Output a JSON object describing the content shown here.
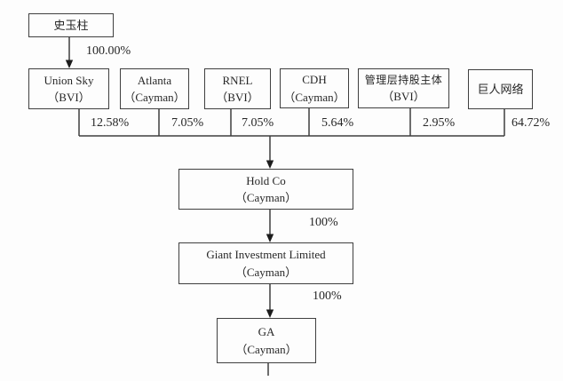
{
  "diagram": {
    "type": "equity-ownership-structure",
    "colors": {
      "line": "#3f3f3f",
      "box_border": "#3f3f3f",
      "text": "#262626",
      "background": "#fdfdfd"
    },
    "nodes": [
      {
        "id": "shi-yuzhu",
        "lines": [
          "史玉柱"
        ]
      },
      {
        "id": "union-sky",
        "lines": [
          "Union Sky",
          "（BVI）"
        ]
      },
      {
        "id": "atlanta",
        "lines": [
          "Atlanta",
          "（Cayman）"
        ]
      },
      {
        "id": "rnel",
        "lines": [
          "RNEL",
          "（BVI）"
        ]
      },
      {
        "id": "cdh",
        "lines": [
          "CDH",
          "（Cayman）"
        ]
      },
      {
        "id": "management",
        "lines": [
          "管理层持股主体",
          "（BVI）"
        ]
      },
      {
        "id": "giant-network",
        "lines": [
          "巨人网络"
        ]
      },
      {
        "id": "hold-co",
        "lines": [
          "Hold Co",
          "（Cayman）"
        ]
      },
      {
        "id": "giant-investment",
        "lines": [
          "Giant Investment Limited",
          "（Cayman）"
        ]
      },
      {
        "id": "ga",
        "lines": [
          "GA",
          "（Cayman）"
        ]
      }
    ],
    "ownership_labels": [
      {
        "from": "史玉柱",
        "to": "Union Sky（BVI）",
        "value": "100.00%"
      },
      {
        "from": "Union Sky（BVI）",
        "to": "Hold Co（Cayman）",
        "value": "12.58%"
      },
      {
        "from": "Atlanta（Cayman）",
        "to": "Hold Co（Cayman）",
        "value": "7.05%"
      },
      {
        "from": "RNEL（BVI）",
        "to": "Hold Co（Cayman）",
        "value": "7.05%"
      },
      {
        "from": "CDH（Cayman）",
        "to": "Hold Co（Cayman）",
        "value": "5.64%"
      },
      {
        "from": "管理层持股主体（BVI）",
        "to": "Hold Co（Cayman）",
        "value": "2.95%"
      },
      {
        "from": "巨人网络",
        "to": "Hold Co（Cayman）",
        "value": "64.72%"
      },
      {
        "from": "Hold Co（Cayman）",
        "to": "Giant Investment Limited（Cayman）",
        "value": "100%"
      },
      {
        "from": "Giant Investment Limited（Cayman）",
        "to": "GA（Cayman）",
        "value": "100%"
      }
    ]
  }
}
